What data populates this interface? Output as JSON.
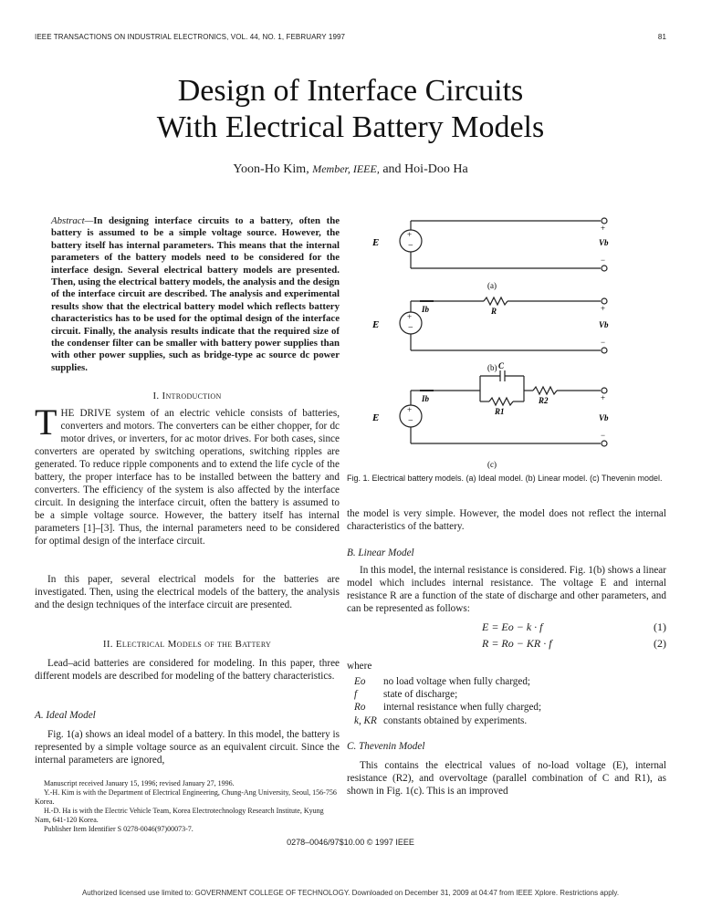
{
  "running_head": {
    "left": "IEEE TRANSACTIONS ON INDUSTRIAL ELECTRONICS, VOL. 44, NO. 1, FEBRUARY 1997",
    "page": "81"
  },
  "title": {
    "line1": "Design of Interface Circuits",
    "line2": "With Electrical Battery Models"
  },
  "authors": {
    "author1": "Yoon-Ho Kim,",
    "author1_note": "Member, IEEE,",
    "joiner": "and",
    "author2": "Hoi-Doo Ha"
  },
  "abstract": {
    "label": "Abstract—",
    "text": "In designing interface circuits to a battery, often the battery is assumed to be a simple voltage source. However, the battery itself has internal parameters. This means that the internal parameters of the battery models need to be considered for the interface design. Several electrical battery models are presented. Then, using the electrical battery models, the analysis and the design of the interface circuit are described. The analysis and experimental results show that the electrical battery model which reflects battery characteristics has to be used for the optimal design of the interface circuit. Finally, the analysis results indicate that the required size of the condenser filter can be smaller with battery power supplies than with other power supplies, such as bridge-type ac source dc power supplies."
  },
  "section1": {
    "heading": "I. Introduction",
    "dropcap": "T",
    "p1": "HE DRIVE system of an electric vehicle consists of batteries, converters and motors. The converters can be either chopper, for dc motor drives, or inverters, for ac motor drives. For both cases, since converters are operated by switching operations, switching ripples are generated. To reduce ripple components and to extend the life cycle of the battery, the proper interface has to be installed between the battery and converters. The efficiency of the system is also affected by the interface circuit. In designing the interface circuit, often the battery is assumed to be a simple voltage source. However, the battery itself has internal parameters [1]–[3]. Thus, the internal parameters need to be considered for optimal design of the interface circuit.",
    "p2": "In this paper, several electrical models for the batteries are investigated. Then, using the electrical models of the battery, the analysis and the design techniques of the interface circuit are presented."
  },
  "section2": {
    "heading": "II. Electrical Models of the Battery",
    "p1": "Lead–acid batteries are considered for modeling. In this paper, three different models are described for modeling of the battery characteristics.",
    "subA": "A. Ideal Model",
    "pA": "Fig. 1(a) shows an ideal model of a battery. In this model, the battery is represented by a simple voltage source as an equivalent circuit. Since the internal parameters are ignored,"
  },
  "footnotes": {
    "f1": "Manuscript received January 15, 1996; revised January 27, 1996.",
    "f2": "Y.-H. Kim is with the Department of Electrical Engineering, Chung-Ang University, Seoul, 156-756 Korea.",
    "f3": "H.-D. Ha is with the Electric Vehicle Team, Korea Electrotechnology Research Institute, Kyung Nam, 641-120 Korea.",
    "f4": "Publisher Item Identifier S 0278-0046(97)00073-7."
  },
  "figure": {
    "label_a": "(a)",
    "label_b": "(b)",
    "label_c": "(c)",
    "src_label": "E",
    "out_label": "Vb",
    "cur_label": "Ib",
    "r_label": "R",
    "c_label": "C",
    "r1_label": "R1",
    "r2_label": "R2",
    "caption": "Fig. 1.  Electrical battery models. (a) Ideal model. (b) Linear model. (c) Thevenin model."
  },
  "right_text": {
    "p_cont": "the model is very simple. However, the model does not reflect the internal characteristics of the battery.",
    "subB": "B. Linear Model",
    "pB": "In this model, the internal resistance is considered. Fig. 1(b) shows a linear model which includes internal resistance. The voltage E and internal resistance R are a function of the state of discharge and other parameters, and can be represented as follows:",
    "eq1": "E = Eo − k · f",
    "eq1_num": "(1)",
    "eq2": "R = Ro − KR · f",
    "eq2_num": "(2)",
    "where": "where",
    "defs": [
      {
        "sym": "Eo",
        "text": "no load voltage when fully charged;"
      },
      {
        "sym": "f",
        "text": "state of discharge;"
      },
      {
        "sym": "Ro",
        "text": "internal resistance when fully charged;"
      },
      {
        "sym": "k, KR",
        "text": "constants obtained by experiments."
      }
    ],
    "subC": "C. Thevenin Model",
    "pC": "This contains the electrical values of no-load voltage (E), internal resistance (R2), and overvoltage (parallel combination of C and R1), as shown in Fig. 1(c). This is an improved"
  },
  "copyright": "0278–0046/97$10.00 © 1997 IEEE",
  "license": "Authorized licensed use limited to: GOVERNMENT COLLEGE OF TECHNOLOGY. Downloaded on December 31, 2009 at 04:47 from IEEE Xplore.  Restrictions apply."
}
